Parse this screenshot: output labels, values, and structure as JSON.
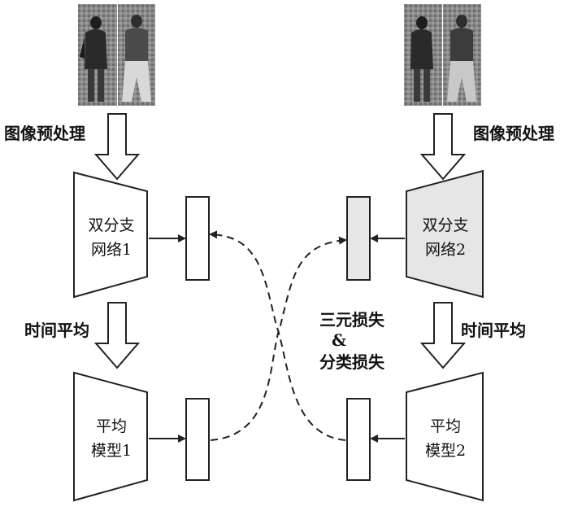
{
  "colors": {
    "stroke": "#222222",
    "fill_white": "#ffffff",
    "fill_gray": "#e6e6e6",
    "photo_bg": "#7a7a7a"
  },
  "photos": {
    "left": {
      "description_icon": "person-photo-pair"
    },
    "right": {
      "description_icon": "person-photo-pair"
    }
  },
  "labels": {
    "preprocess_left": "图像预处理",
    "preprocess_right": "图像预处理",
    "time_avg_left": "时间平均",
    "time_avg_right": "时间平均",
    "net1_line1": "双分支",
    "net1_line2": "网络1",
    "net2_line1": "双分支",
    "net2_line2": "网络2",
    "avg1_line1": "平均",
    "avg1_line2": "模型1",
    "avg2_line1": "平均",
    "avg2_line2": "模型2",
    "loss_line1": "三元损失",
    "loss_line2": "&",
    "loss_line3": "分类损失"
  }
}
